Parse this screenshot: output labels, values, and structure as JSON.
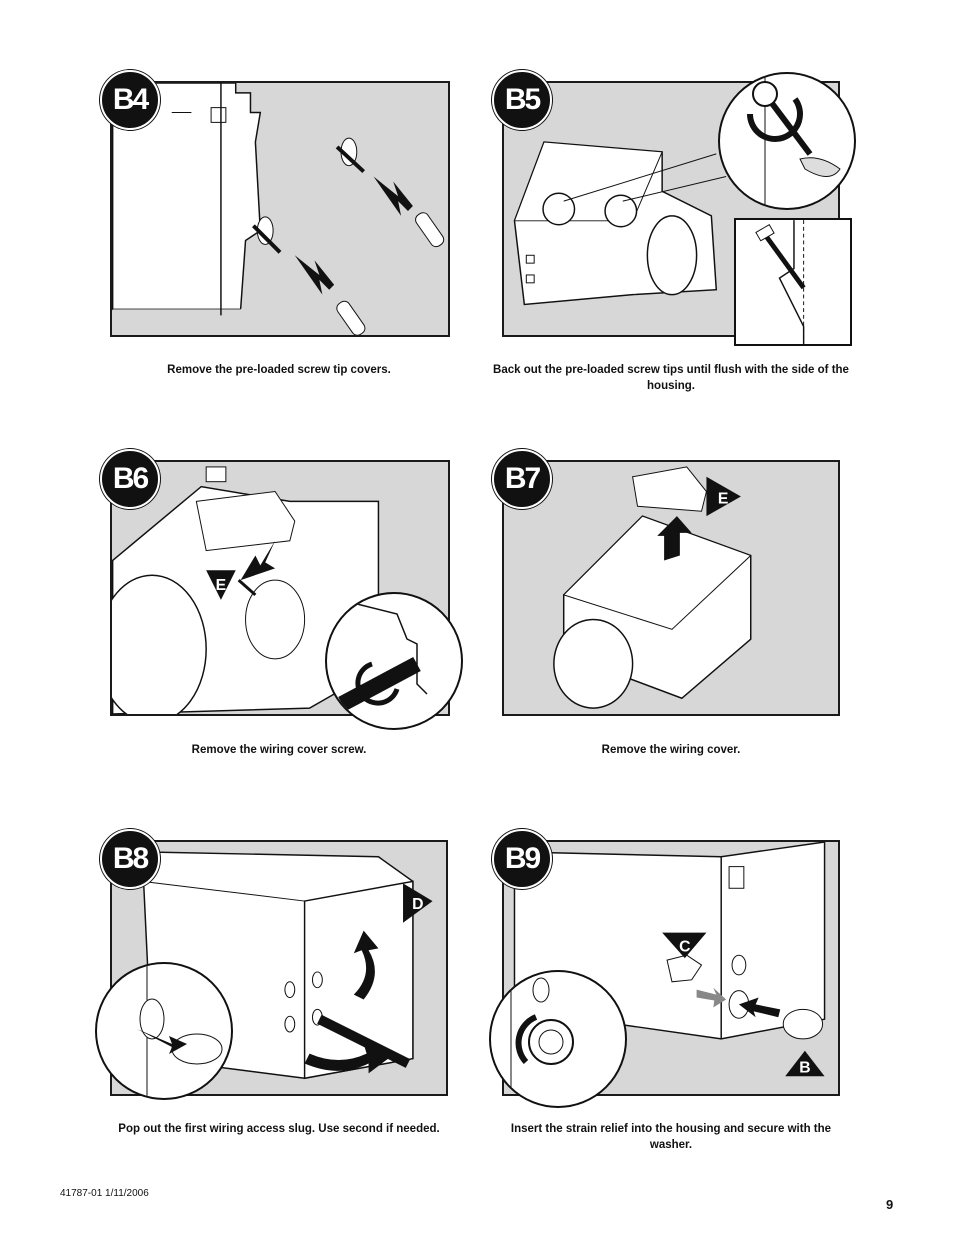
{
  "steps": [
    {
      "badge": "B4",
      "caption": "Remove the pre-loaded screw tip covers."
    },
    {
      "badge": "B5",
      "caption": "Back out the pre-loaded screw tips until flush with the side of the housing."
    },
    {
      "badge": "B6",
      "caption": "Remove the wiring cover screw.",
      "label": "E"
    },
    {
      "badge": "B7",
      "caption": "Remove the wiring cover.",
      "label": "E"
    },
    {
      "badge": "B8",
      "caption": "Pop out the first wiring access slug. Use second if needed.",
      "label": "D"
    },
    {
      "badge": "B9",
      "caption": "Insert the strain relief into the housing and secure with the washer.",
      "label_c": "C",
      "label_b": "B"
    }
  ],
  "footer": {
    "doc_id": "41787-01 1/11/2006",
    "page_number": "9"
  },
  "colors": {
    "panel_bg": "#d7d7d7",
    "line": "#1a1a1a",
    "badge": "#111111"
  }
}
